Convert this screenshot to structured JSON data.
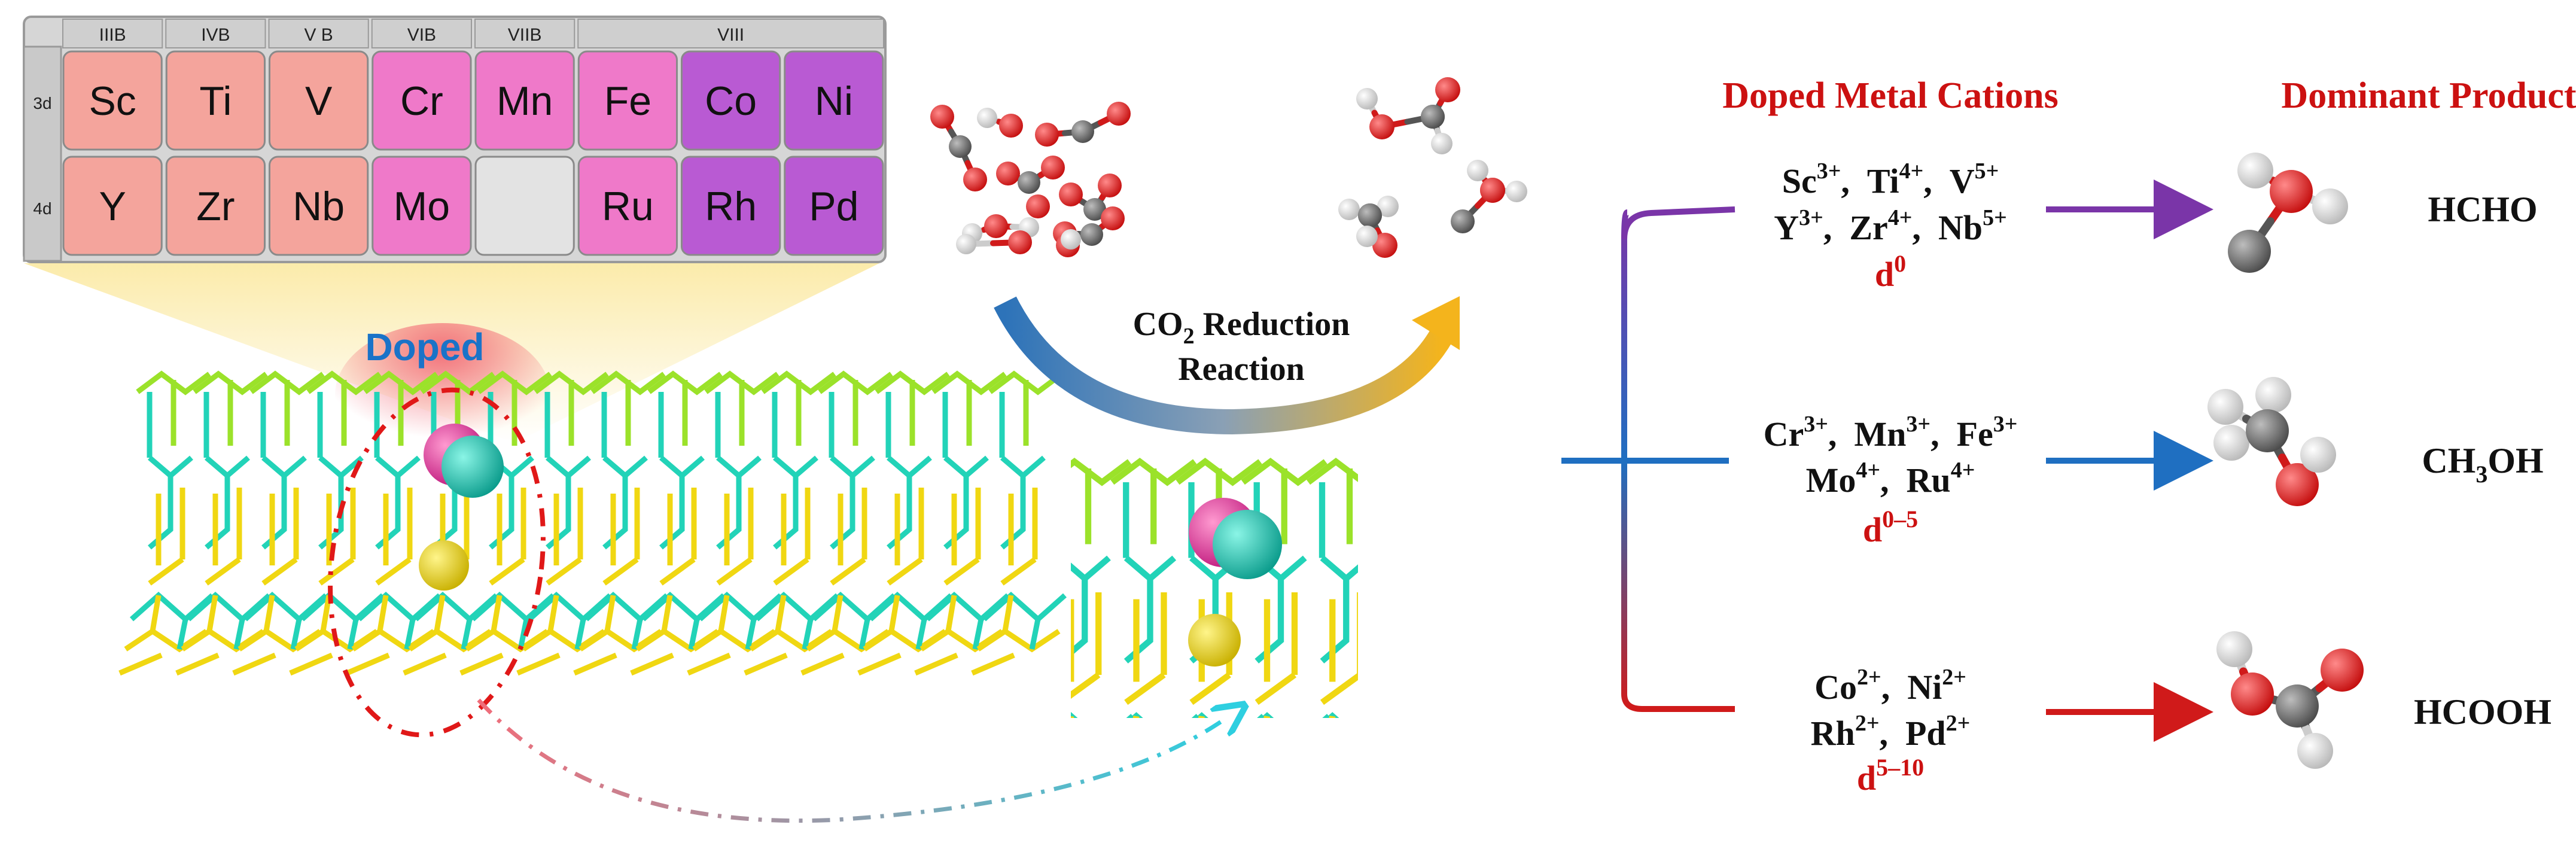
{
  "periodic_table": {
    "groups": [
      "IIIB",
      "IVB",
      "V B",
      "VIB",
      "VIIB",
      "VIII"
    ],
    "rows": [
      {
        "label": "3d",
        "elements": [
          "Sc",
          "Ti",
          "V",
          "Cr",
          "Mn",
          "Fe",
          "Co",
          "Ni"
        ]
      },
      {
        "label": "4d",
        "elements": [
          "Y",
          "Zr",
          "Nb",
          "Mo",
          "",
          "Ru",
          "Rh",
          "Pd"
        ]
      }
    ],
    "colors": {
      "salmon": "#f4a49c",
      "pink": "#ef79c9",
      "purple": "#b95ad3",
      "empty": "#e3e3e3",
      "group_bar": "#cfcfcf"
    }
  },
  "doped_label": "Doped",
  "reaction": {
    "line1_pre": "CO",
    "line1_sub": "2",
    "line1_post": " Reduction",
    "line2": "Reaction"
  },
  "headers": {
    "cations": "Doped Metal Cations",
    "product": "Dominant Product"
  },
  "classes": [
    {
      "color": "#7a35a8",
      "line1": [
        {
          "el": "Sc",
          "ch": "3+"
        },
        {
          "el": "Ti",
          "ch": "4+"
        },
        {
          "el": "V",
          "ch": "5+"
        }
      ],
      "line2": [
        {
          "el": "Y",
          "ch": "3+"
        },
        {
          "el": "Zr",
          "ch": "4+"
        },
        {
          "el": "Nb",
          "ch": "5+"
        }
      ],
      "d_base": "d",
      "d_sup": "0",
      "product": {
        "pre": "HCHO",
        "sub": "",
        "post": ""
      }
    },
    {
      "color": "#1f6fc1",
      "line1": [
        {
          "el": "Cr",
          "ch": "3+"
        },
        {
          "el": "Mn",
          "ch": "3+"
        },
        {
          "el": "Fe",
          "ch": "3+"
        }
      ],
      "line2": [
        {
          "el": "Mo",
          "ch": "4+"
        },
        {
          "el": "Ru",
          "ch": "4+"
        }
      ],
      "d_base": "d",
      "d_sup": "0–5",
      "product": {
        "pre": "CH",
        "sub": "3",
        "post": "OH"
      }
    },
    {
      "color": "#d01a1a",
      "line1": [
        {
          "el": "Co",
          "ch": "2+"
        },
        {
          "el": "Ni",
          "ch": "2+"
        }
      ],
      "line2": [
        {
          "el": "Rh",
          "ch": "2+"
        },
        {
          "el": "Pd",
          "ch": "2+"
        }
      ],
      "d_base": "d",
      "d_sup": "5–10",
      "product": {
        "pre": "HCOOH",
        "sub": "",
        "post": ""
      }
    }
  ],
  "atom_colors": {
    "C": "#6e6e6e",
    "O": "#e01818",
    "H": "#f2f2f2",
    "S": "#f0d712",
    "Mo": "#19c9b6",
    "dopant": "#e83aa0"
  }
}
